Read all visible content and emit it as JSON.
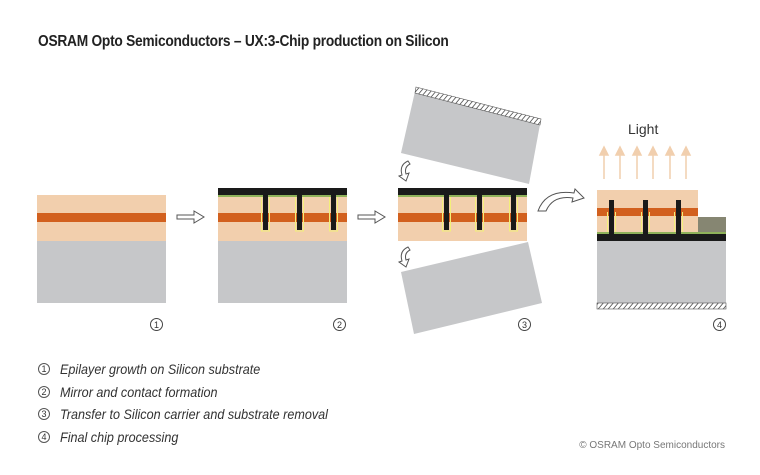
{
  "title": "OSRAM Opto Semiconductors – UX:3-Chip production on Silicon",
  "diagram": {
    "light_label": "Light",
    "steps": [
      {
        "num": "1",
        "label": "Epilayer growth on Silicon substrate"
      },
      {
        "num": "2",
        "label": "Mirror and contact formation"
      },
      {
        "num": "3",
        "label": "Transfer to Silicon carrier and substrate removal"
      },
      {
        "num": "4",
        "label": "Final chip processing"
      }
    ],
    "colors": {
      "epilayer": "#f2cfad",
      "active_layer": "#d2601e",
      "substrate": "#c6c7c9",
      "contact": "#1a1a1a",
      "mirror": "#8fb25a",
      "insulation": "#f3ef7a",
      "bond_pad": "#868672",
      "light_arrow": "#f1cfae"
    }
  },
  "copyright": "© OSRAM Opto Semiconductors"
}
